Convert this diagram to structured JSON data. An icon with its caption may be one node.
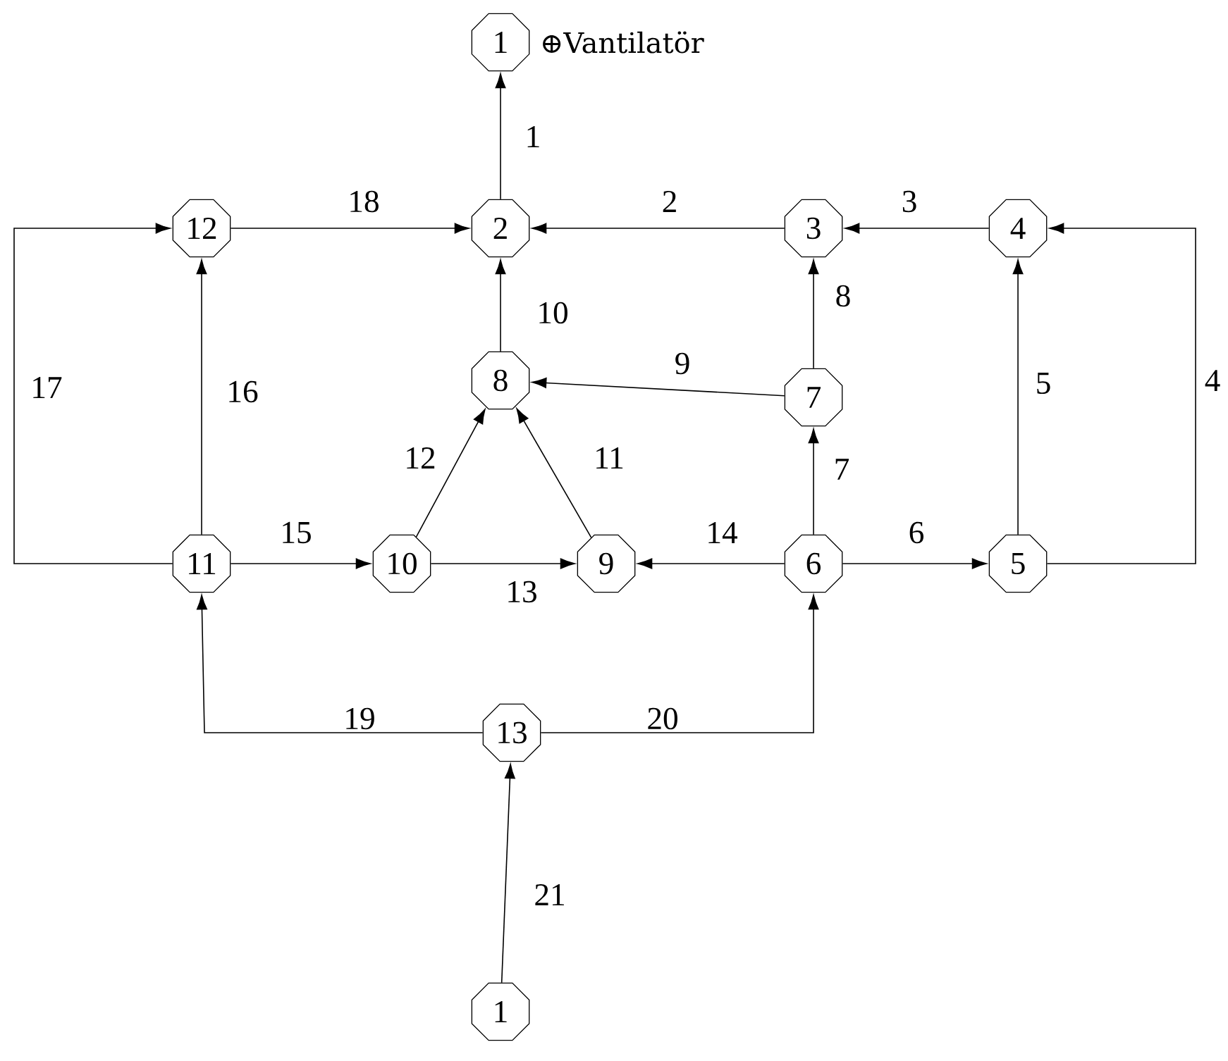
{
  "diagram": {
    "nodes": [
      {
        "text": [
          "1"
        ],
        "beside": [
          "⊕Vantilatör"
        ]
      },
      {
        "text": [
          "12"
        ]
      },
      {
        "text": [
          "2"
        ]
      },
      {
        "text": [
          "3"
        ]
      },
      {
        "text": [
          "4"
        ]
      },
      {
        "text": [
          "8"
        ]
      },
      {
        "text": [
          "7"
        ]
      },
      {
        "text": [
          "11"
        ]
      },
      {
        "text": [
          "10"
        ]
      },
      {
        "text": [
          "9"
        ]
      },
      {
        "text": [
          "6"
        ]
      },
      {
        "text": [
          "5"
        ]
      },
      {
        "text": [
          "13"
        ]
      },
      {
        "text": [
          "1"
        ]
      }
    ],
    "edges": [
      {
        "from": 2,
        "to": 0,
        "arrow": "to",
        "label": "1"
      },
      {
        "from": 3,
        "to": 2,
        "arrow": "to",
        "label": "2"
      },
      {
        "from": 4,
        "to": 3,
        "arrow": "to",
        "label": "3"
      },
      {
        "from": 11,
        "to": 4,
        "arrow": "to",
        "label": "4"
      },
      {
        "from": 11,
        "to": 4,
        "arrow": "to",
        "label": "5"
      },
      {
        "from": 10,
        "to": 11,
        "arrow": "to",
        "label": "6"
      },
      {
        "from": 10,
        "to": 6,
        "arrow": "to",
        "label": "7"
      },
      {
        "from": 6,
        "to": 3,
        "arrow": "to",
        "label": "8"
      },
      {
        "from": 6,
        "to": 5,
        "arrow": "to",
        "label": "9"
      },
      {
        "from": 5,
        "to": 2,
        "arrow": "to",
        "label": "10"
      },
      {
        "from": 9,
        "to": 5,
        "arrow": "to",
        "label": "11"
      },
      {
        "from": 8,
        "to": 5,
        "arrow": "to",
        "label": "12"
      },
      {
        "from": 8,
        "to": 9,
        "arrow": "to",
        "label": "13"
      },
      {
        "from": 10,
        "to": 9,
        "arrow": "to",
        "label": "14"
      },
      {
        "from": 7,
        "to": 8,
        "arrow": "to",
        "label": "15"
      },
      {
        "from": 7,
        "to": 1,
        "arrow": "to",
        "label": "16"
      },
      {
        "from": 7,
        "to": 1,
        "arrow": "to",
        "label": "17"
      },
      {
        "from": 1,
        "to": 2,
        "arrow": "to",
        "label": "18"
      },
      {
        "from": 12,
        "to": 7,
        "arrow": "to",
        "label": "19"
      },
      {
        "from": 12,
        "to": 10,
        "arrow": "to",
        "label": "20"
      },
      {
        "from": 13,
        "to": 12,
        "arrow": "to",
        "label": "21"
      }
    ]
  }
}
